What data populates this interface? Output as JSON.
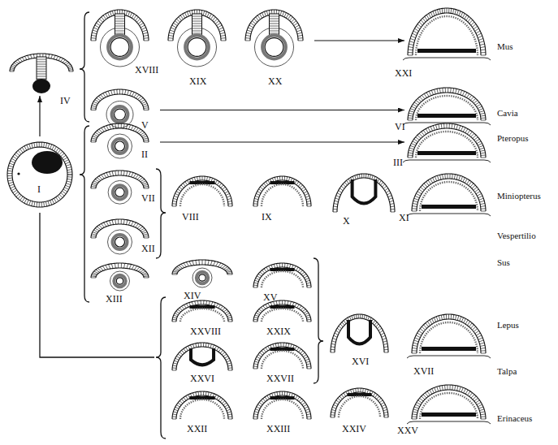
{
  "diagram": {
    "nodes": [
      {
        "text": [
          "I"
        ]
      },
      {
        "text": [
          "IV"
        ]
      },
      {
        "text": [
          "XVIII"
        ]
      },
      {
        "text": [
          "XIX"
        ]
      },
      {
        "text": [
          "XX"
        ]
      },
      {
        "text": [
          "XXI"
        ]
      },
      {
        "text": [
          "V"
        ]
      },
      {
        "text": [
          "VI"
        ]
      },
      {
        "text": [
          "II"
        ]
      },
      {
        "text": [
          "III"
        ]
      },
      {
        "text": [
          "VII"
        ]
      },
      {
        "text": [
          "XII"
        ]
      },
      {
        "text": [
          "VIII"
        ]
      },
      {
        "text": [
          "IX"
        ]
      },
      {
        "text": [
          "X"
        ]
      },
      {
        "text": [
          "XI"
        ]
      },
      {
        "text": [
          "XIII"
        ]
      },
      {
        "text": [
          "XIV"
        ]
      },
      {
        "text": [
          "XV"
        ]
      },
      {
        "text": [
          "XXVIII"
        ]
      },
      {
        "text": [
          "XXIX"
        ]
      },
      {
        "text": [
          "XVI"
        ]
      },
      {
        "text": [
          "XVII"
        ]
      },
      {
        "text": [
          "XXVI"
        ]
      },
      {
        "text": [
          "XXVII"
        ]
      },
      {
        "text": [
          "XXII"
        ]
      },
      {
        "text": [
          "XXIII"
        ]
      },
      {
        "text": [
          "XXIV"
        ]
      },
      {
        "text": [
          "XXV"
        ]
      }
    ],
    "edges": [
      {
        "from": 0,
        "to": 1,
        "arrow": "to"
      },
      {
        "from": 4,
        "to": 5,
        "arrow": "to"
      },
      {
        "from": 6,
        "to": 7,
        "arrow": "to"
      },
      {
        "from": 8,
        "to": 9,
        "arrow": "to"
      }
    ],
    "labels": [
      "Mus",
      "Cavia",
      "Pteropus",
      "Miniopterus",
      "Vespertilio",
      "Sus",
      "Lepus",
      "Talpa",
      "Erinaceus"
    ]
  }
}
